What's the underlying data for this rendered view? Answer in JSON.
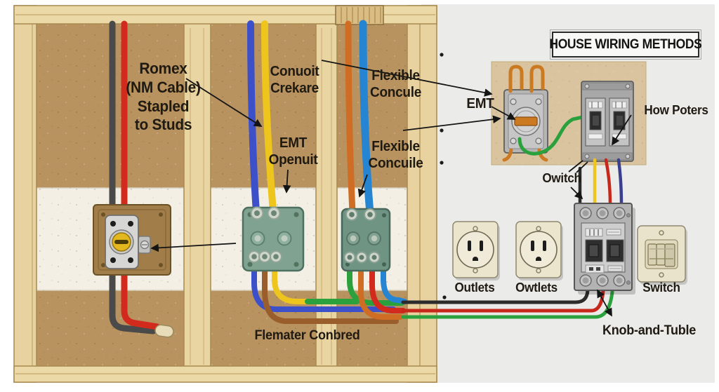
{
  "title": "HOUSE WIRING METHODS",
  "wall_labels": {
    "romex": "Romex\n(NM Cable)\nStapled\nto Studs",
    "conduit": "Conuoit\nCrekare",
    "flexible_top": "Flexible\nConcule",
    "emt_conduit": "EMT\nOpenuit",
    "flexible_mid": "Flexible\nConcuile",
    "flemater": "Flemater Conbred"
  },
  "panel_labels": {
    "emt": "EMT",
    "how_poters": "How Poters",
    "owitch": "Owitch",
    "outlets": "Outlets",
    "owtlets": "Owtlets",
    "switch": "Switch",
    "knob_and_tube": "Knob-and-Tuble"
  },
  "colors": {
    "wall_brown": "#b8935f",
    "wood_light": "#e9d5a2",
    "plaster_band": "#f3efe4",
    "panel_bg": "#ebebe9",
    "inset_tan": "#d9c49f",
    "junction_box_green": "#7fa390",
    "outlet_plate_beige": "#ece5cd",
    "wire_red": "#d22b1e",
    "wire_yellow": "#eec51c",
    "wire_blue": "#3b50c9",
    "wire_cyan": "#2585d2",
    "wire_orange": "#cf6d24",
    "wire_green": "#2ba13d",
    "wire_black": "#2c2c2c",
    "label_text": "#1f1a12"
  }
}
